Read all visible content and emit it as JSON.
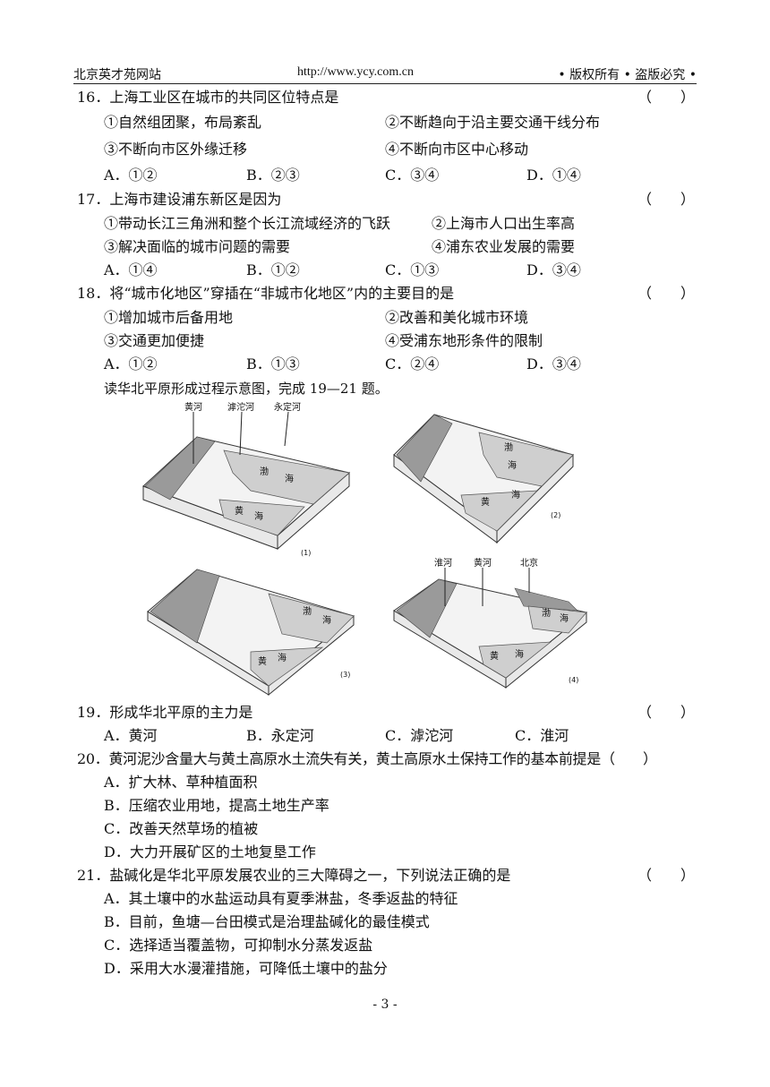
{
  "header": {
    "site": "北京英才苑网站",
    "url": "http://www.ycy.com.cn",
    "rights": "• 版权所有 • 盗版必究 •"
  },
  "q16": {
    "stem": "16．上海工业区在城市的共同区位特点是",
    "paren": "（　　）",
    "opt1": "①自然组团聚，布局紊乱",
    "opt2": "②不断趋向于沿主要交通干线分布",
    "opt3": "③不断向市区外缘迁移",
    "opt4": "④不断向市区中心移动",
    "a": "A．①②",
    "b": "B．②③",
    "c": "C．③④",
    "d": "D．①④"
  },
  "q17": {
    "stem": "17．上海市建设浦东新区是因为",
    "paren": "（　　）",
    "opt1": "①带动长江三角洲和整个长江流域经济的飞跃",
    "opt2": "②上海市人口出生率高",
    "opt3": "③解决面临的城市问题的需要",
    "opt4": "④浦东农业发展的需要",
    "a": "A．①④",
    "b": "B．①②",
    "c": "C．①③",
    "d": "D．③④"
  },
  "q18": {
    "stem": "18．将“城市化地区”穿插在“非城市化地区”内的主要目的是",
    "paren": "（　　）",
    "opt1": "①增加城市后备用地",
    "opt2": "②改善和美化城市环境",
    "opt3": "③交通更加便捷",
    "opt4": "④受浦东地形条件的限制",
    "a": "A．①②",
    "b": "B．①③",
    "c": "C．②④",
    "d": "D．③④"
  },
  "intro": "读华北平原形成过程示意图，完成 19—21 题。",
  "figure": {
    "p1": {
      "caption": "(1)",
      "labels": [
        "黄河",
        "滹沱河",
        "永定河"
      ],
      "sea1": "渤",
      "sea2": "海",
      "sea3": "黄",
      "sea4": "海"
    },
    "p2": {
      "caption": "(2)",
      "sea1": "渤",
      "sea2": "海",
      "sea3": "黄",
      "sea4": "海"
    },
    "p3": {
      "caption": "(3)",
      "sea1": "渤",
      "sea2": "海",
      "sea3": "黄",
      "sea4": "海"
    },
    "p4": {
      "caption": "(4)",
      "labels": [
        "淮河",
        "黄河",
        "北京"
      ],
      "sea1": "渤",
      "sea2": "海",
      "sea3": "黄",
      "sea4": "海"
    }
  },
  "q19": {
    "stem": "19．形成华北平原的主力是",
    "paren": "（　　）",
    "a": "A．黄河",
    "b": "B．永定河",
    "c": "C．滹沱河",
    "d": "C．淮河"
  },
  "q20": {
    "stem": "20．黄河泥沙含量大与黄土高原水土流失有关，黄土高原水土保持工作的基本前提是（　　）",
    "a": "A．扩大林、草种植面积",
    "b": "B．压缩农业用地，提高土地生产率",
    "c": "C．改善天然草场的植被",
    "d": "D．大力开展矿区的土地复垦工作"
  },
  "q21": {
    "stem": "21．盐碱化是华北平原发展农业的三大障碍之一，下列说法正确的是",
    "paren": "（　　）",
    "a": "A．其土壤中的水盐运动具有夏季淋盐，冬季返盐的特征",
    "b": "B．目前，鱼塘—台田模式是治理盐碱化的最佳模式",
    "c": "C．选择适当覆盖物，可抑制水分蒸发返盐",
    "d": "D．采用大水漫灌措施，可降低土壤中的盐分"
  },
  "footer": "- 3 -"
}
